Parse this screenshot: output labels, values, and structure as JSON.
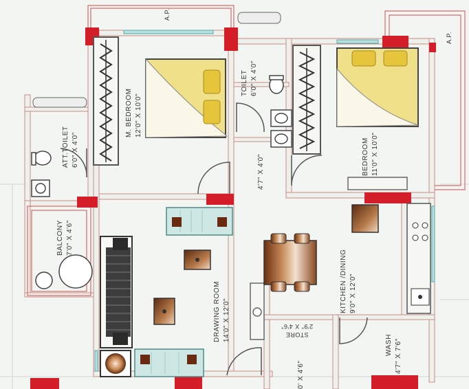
{
  "colors": {
    "background": "#f3f5f2",
    "wall_fill": "#eef0ec",
    "wall_edge": "#c98a82",
    "column": "#d41f2a",
    "bed_fill": "#f1e08a",
    "pillow": "#e6c53c",
    "window": "#7cc6c6",
    "furniture_brown": "#8a4a22"
  },
  "rooms": {
    "m_bedroom": {
      "name": "M. BEDROOM",
      "size": "12'0\" X 10'0\""
    },
    "toilet": {
      "name": "TOILET",
      "size": "6'0\" X 4'0\""
    },
    "att_toilet": {
      "name": "ATT.TOILET",
      "size": "6'0\" X 4'0\""
    },
    "bedroom": {
      "name": "BEDROOM",
      "size": "11'0\" X 10'0\""
    },
    "passage": {
      "size": "4'7\" X 4'0\""
    },
    "balcony": {
      "name": "BALCONY",
      "size": "7'0\" X 4'6\""
    },
    "drawing_room": {
      "name": "DRAWING ROOM",
      "size": "14'0\" X 12'0\""
    },
    "kitchen": {
      "name": "KITCHEN /DINING",
      "size": "9'0\" X 12'0\""
    },
    "store": {
      "name": "STORE",
      "size": "2'9\" X 4'6\""
    },
    "wash": {
      "name": "WASH",
      "size": "4'7\" X 7'6\""
    },
    "bottom_room": {
      "size": "0' X 4'6\""
    }
  },
  "labels": {
    "ap_top": "A.P.",
    "ap_right": "A.P."
  }
}
